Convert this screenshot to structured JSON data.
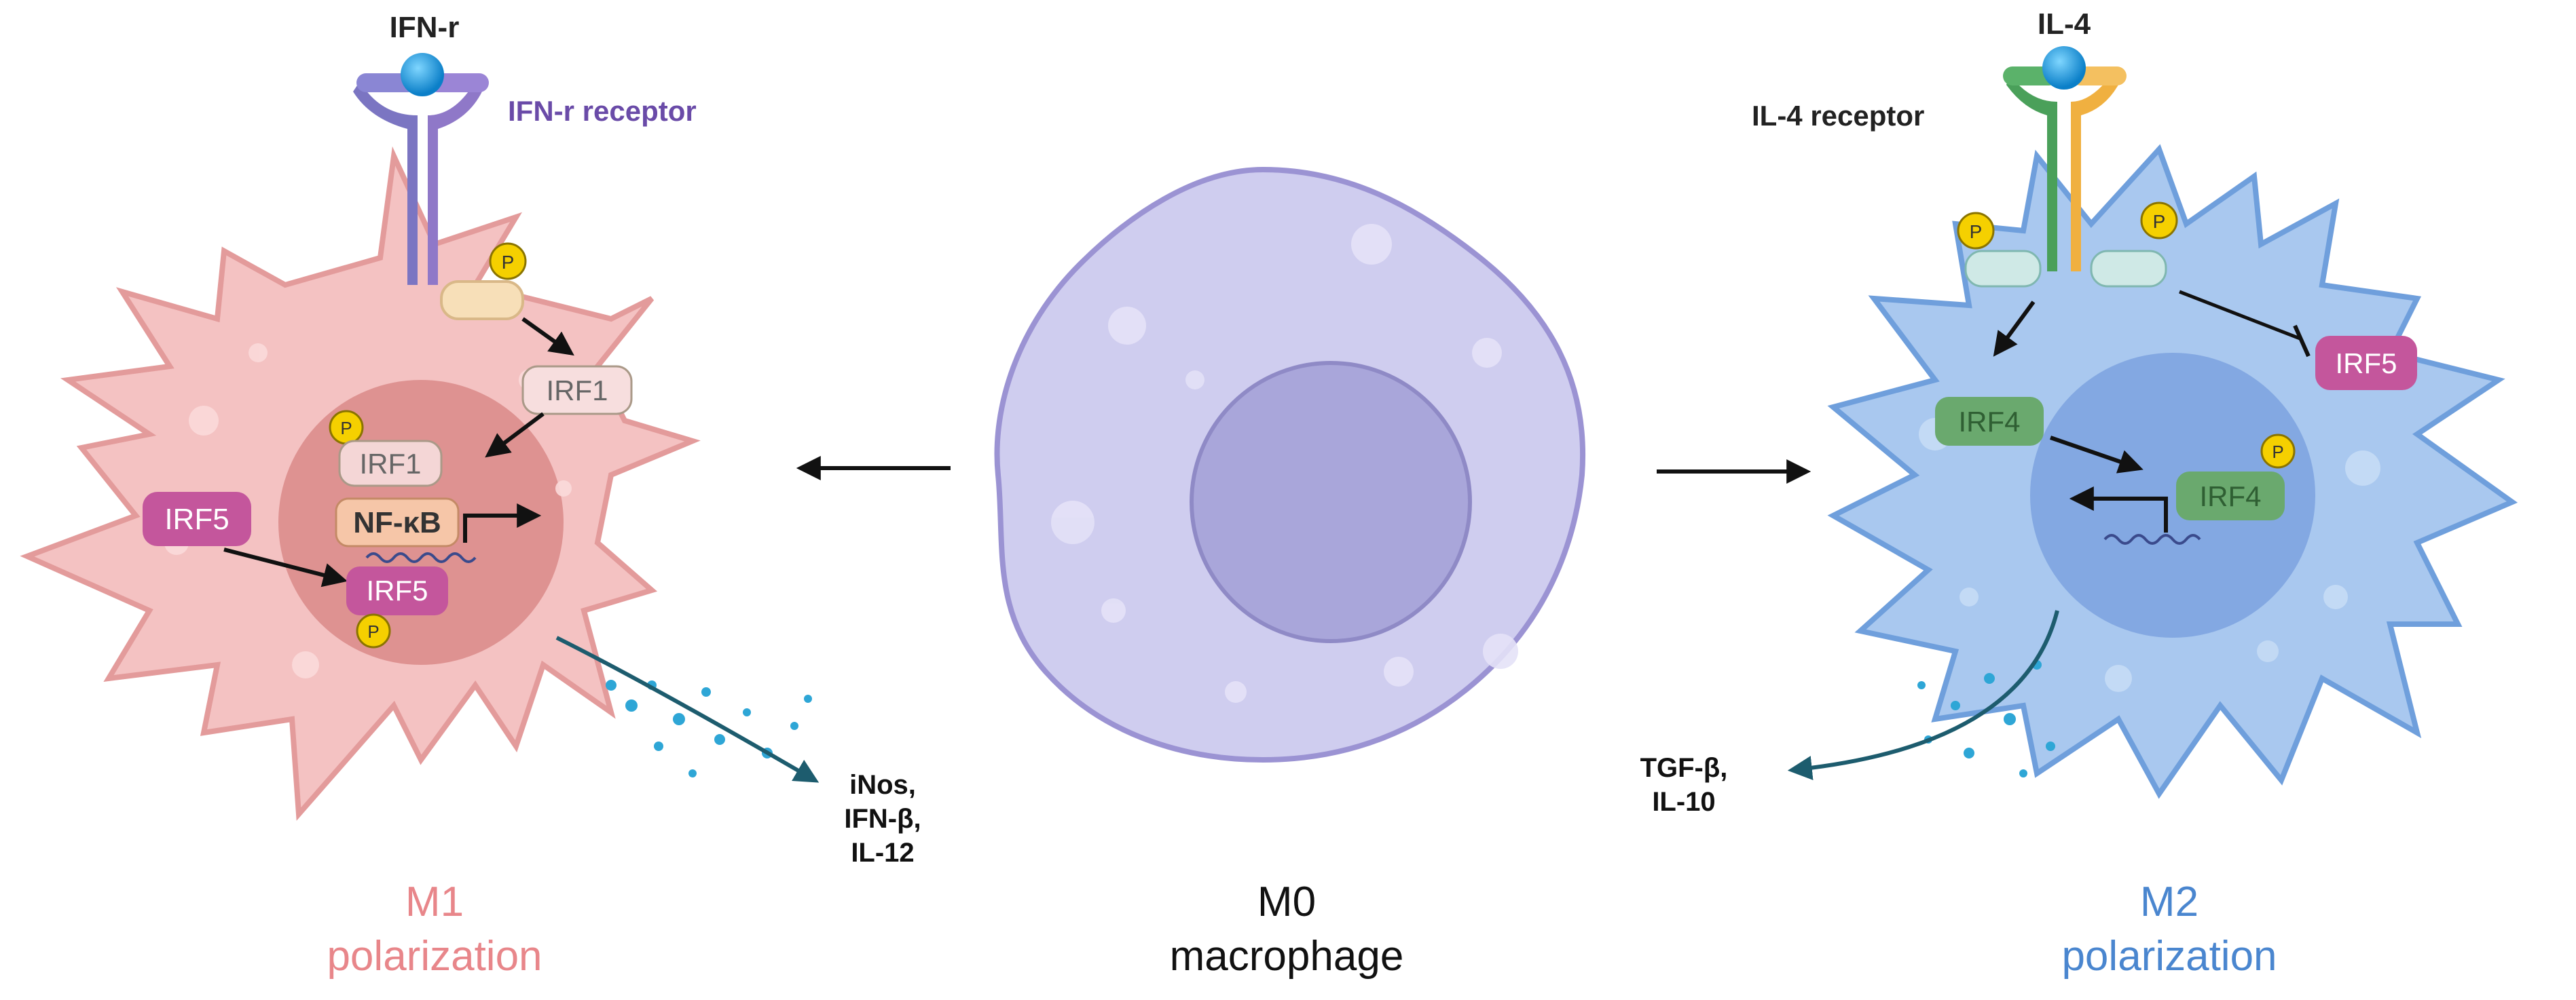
{
  "m1": {
    "ligand": "IFN-r",
    "receptor": "IFN-r receptor",
    "irf1_a": "IRF1",
    "irf1_b": "IRF1",
    "nfkb": "NF-κB",
    "irf5_out": "IRF5",
    "irf5_in": "IRF5",
    "phospho": "P",
    "secreted": [
      "iNos,",
      "IFN-β,",
      "IL-12"
    ],
    "caption_line1": "M1",
    "caption_line2": "polarization"
  },
  "m0": {
    "caption_line1": "M0",
    "caption_line2": "macrophage"
  },
  "m2": {
    "ligand": "IL-4",
    "receptor": "IL-4 receptor",
    "irf5": "IRF5",
    "irf4_a": "IRF4",
    "irf4_b": "IRF4",
    "phospho": "P",
    "secreted": [
      "TGF-β,",
      "IL-10"
    ],
    "caption_line1": "M2",
    "caption_line2": "polarization"
  },
  "colors": {
    "m1_cell": "#f4c2c2",
    "m1_nucleus": "#d98a88",
    "m0_cell": "#cfcdef",
    "m0_nucleus": "#a9a6da",
    "m2_cell": "#a9c8ef",
    "m2_nucleus": "#7ea4e0",
    "m1_caption": "#e8868a",
    "m2_caption": "#4a86cf",
    "irf5": "#c4569c",
    "irf4": "#6aa96e",
    "phospho": "#f5d000",
    "arrow_teal": "#1d5c6e"
  }
}
